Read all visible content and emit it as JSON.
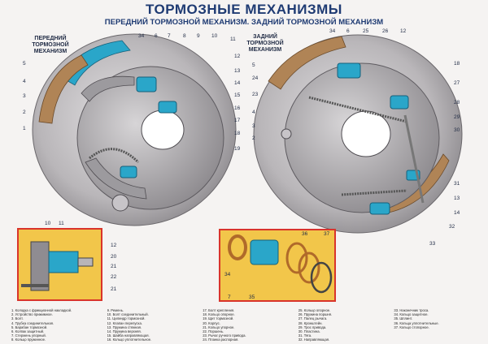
{
  "header": {
    "title": "ТОРМОЗНЫЕ МЕХАНИЗМЫ",
    "subtitle": "ПЕРЕДНИЙ ТОРМОЗНОЙ МЕХАНИЗМ. ЗАДНИЙ ТОРМОЗНОЙ МЕХАНИЗМ"
  },
  "front": {
    "caption": "ПЕРЕДНИЙ\nТОРМОЗНОЙ\nМЕХАНИЗМ",
    "left_callouts": [
      "5",
      "4",
      "3",
      "2",
      "1"
    ],
    "top_callouts": [
      "34",
      "6",
      "7",
      "8",
      "9",
      "10",
      "11"
    ],
    "right_callouts": [
      "12",
      "13",
      "14",
      "15",
      "16",
      "17",
      "18",
      "19"
    ]
  },
  "rear": {
    "caption": "ЗАДНИЙ\nТОРМОЗНОЙ\nМЕХАНИЗМ",
    "left_callouts": [
      "5",
      "24",
      "23",
      "4",
      "3",
      "2"
    ],
    "top_callouts": [
      "34",
      "6",
      "25",
      "26",
      "12"
    ],
    "right_callouts": [
      "18",
      "27",
      "28",
      "29",
      "30",
      "31",
      "13",
      "14",
      "32",
      "33"
    ]
  },
  "inset_left": {
    "callouts_top": [
      "10",
      "11"
    ],
    "callouts_right": [
      "12",
      "20",
      "21",
      "22",
      "21"
    ]
  },
  "inset_right": {
    "callouts": [
      "36",
      "37",
      "34",
      "7",
      "35"
    ]
  },
  "legend": [
    "1. Колодка с фрикционной накладкой.",
    "2. Устройство прижимное.",
    "3. Болт.",
    "4. Трубка соединительная.",
    "5. Барабан тормозной.",
    "6. Колпак защитный.",
    "7. Стержень упорный.",
    "8. Кольцо пружинное.",
    "9. Ремень.",
    "10. Болт соединительный.",
    "11. Цилиндр тормозной.",
    "12. Клапан перепуска.",
    "13. Пружина стяжная.",
    "14. Пружина верхняя.",
    "15. Шайба направляющая.",
    "16. Кольцо уплотнительное.",
    "17. Болт крепления.",
    "18. Кольцо опорное.",
    "19. Щит тормозной.",
    "20. Корпус.",
    "21. Кольцо упорное.",
    "22. Поршень.",
    "23. Рычаг ручного привода.",
    "24. Планка распорная.",
    "25. Кольцо опорное.",
    "26. Пружина поршня.",
    "27. Палец рычага.",
    "28. Кронштейн.",
    "29. Трос привода.",
    "30. Пластина.",
    "31. Тяга.",
    "32. Направляющая.",
    "33. Наконечник троса.",
    "34. Кольцо защитное.",
    "35. Шплинт.",
    "36. Кольца уплотнительные.",
    "37. Кольцо стопорное."
  ],
  "colors": {
    "title": "#1f3b73",
    "frame": "#d9342b",
    "inset_bg": "#f2c64a",
    "drum": "#c9c6c8",
    "lining": "#b08456",
    "accent": "#2aa6c9"
  }
}
